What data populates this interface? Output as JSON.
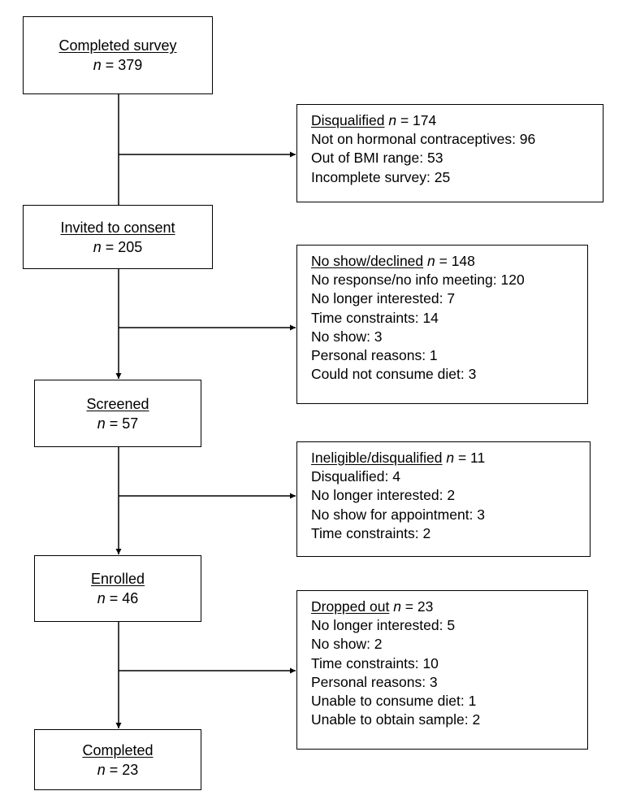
{
  "stages": [
    {
      "label": "Completed survey",
      "n_prefix": "n",
      "n_text": " = 379"
    },
    {
      "label": "Invited to consent",
      "n_prefix": "n",
      "n_text": " = 205"
    },
    {
      "label": "Screened",
      "n_prefix": "n",
      "n_text": " = 57"
    },
    {
      "label": "Enrolled",
      "n_prefix": "n",
      "n_text": " = 46"
    },
    {
      "label": "Completed",
      "n_prefix": "n",
      "n_text": " = 23"
    }
  ],
  "exclusions": [
    {
      "heading": "Disqualified",
      "n_prefix": " n",
      "n_text": " = 174",
      "items": [
        "Not on hormonal contraceptives: 96",
        "Out of BMI  range: 53",
        "Incomplete survey: 25"
      ]
    },
    {
      "heading": "No show/declined",
      "n_prefix": " n",
      "n_text": " = 148",
      "items": [
        "No response/no info meeting: 120",
        "No longer interested: 7",
        "Time constraints: 14",
        "No show: 3",
        "Personal reasons: 1",
        "Could not consume diet: 3"
      ]
    },
    {
      "heading": "Ineligible/disqualified",
      "n_prefix": " n",
      "n_text": " = 11",
      "items": [
        "Disqualified: 4",
        "No longer interested: 2",
        "No show for appointment: 3",
        "Time constraints: 2"
      ]
    },
    {
      "heading": "Dropped out",
      "n_prefix": " n",
      "n_text": " =  23",
      "items": [
        "No longer interested: 5",
        "No show: 2",
        "Time constraints: 10",
        "Personal reasons: 3",
        "Unable to consume diet: 1",
        "Unable to obtain sample: 2"
      ]
    }
  ],
  "colors": {
    "line": "#000000",
    "box_border": "#000000",
    "background": "#ffffff"
  }
}
